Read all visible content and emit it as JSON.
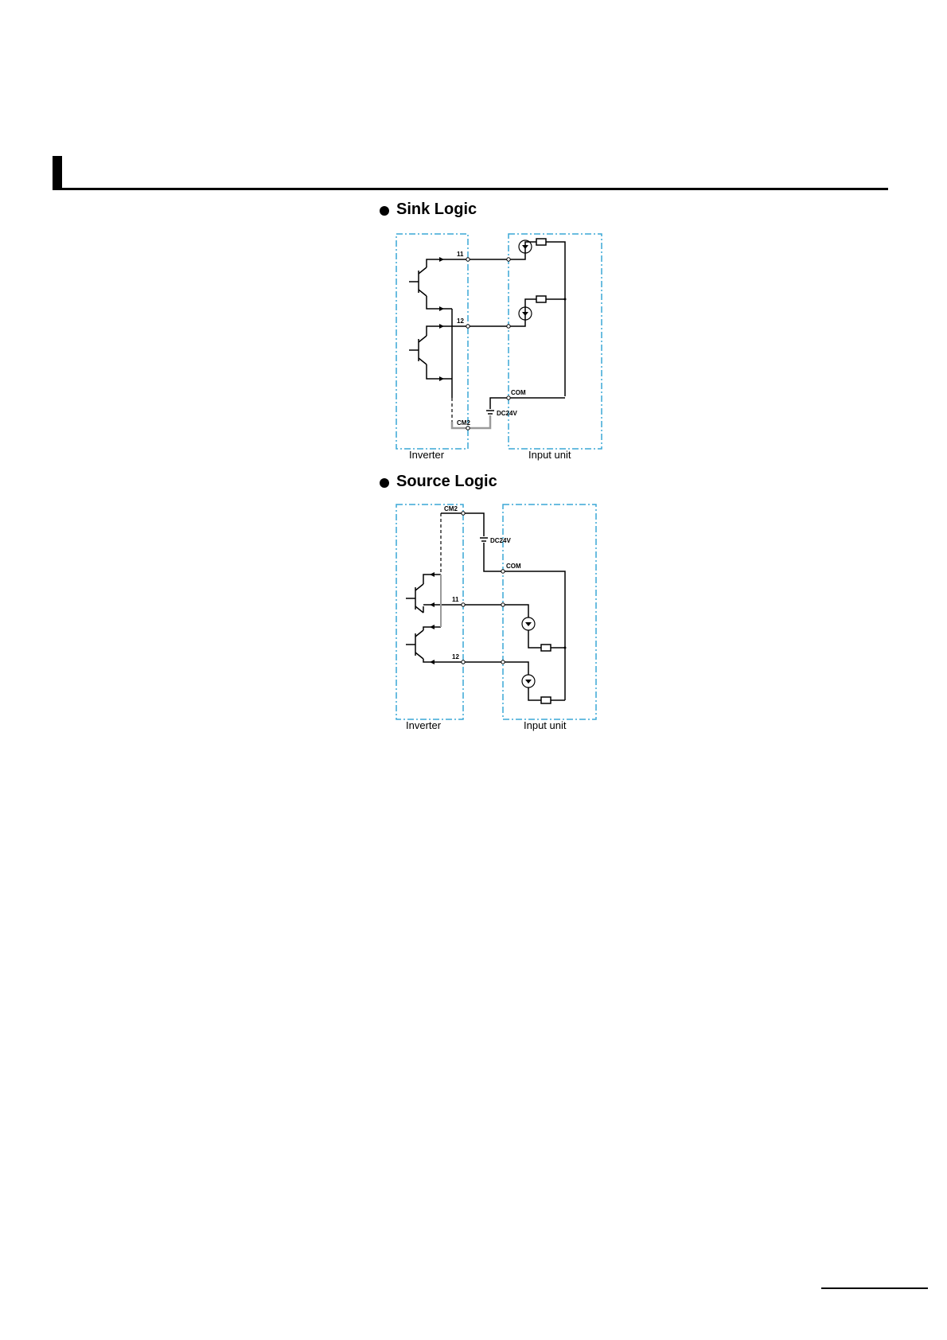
{
  "sections": [
    {
      "title": "Sink Logic",
      "labels": {
        "t11": "11",
        "t12": "12",
        "com": "COM",
        "dc": "DC24V",
        "cm2": "CM2",
        "inverter": "Inverter",
        "input_unit": "Input unit"
      }
    },
    {
      "title": "Source Logic",
      "labels": {
        "cm2": "CM2",
        "dc": "DC24V",
        "com": "COM",
        "t11": "11",
        "t12": "12",
        "inverter": "Inverter",
        "input_unit": "Input unit"
      }
    }
  ],
  "colors": {
    "box_border": "#3aa7d6",
    "wire": "#000000",
    "cm2_wire": "#9a9a9a"
  }
}
